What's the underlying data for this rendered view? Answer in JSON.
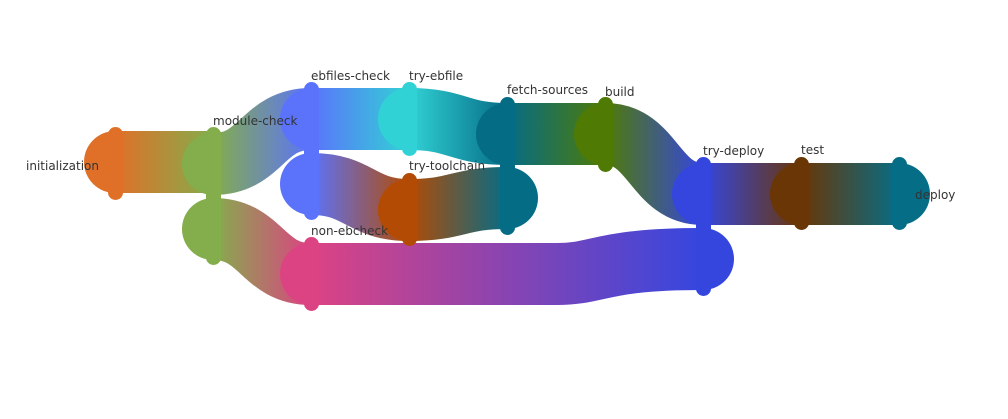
{
  "diagram": {
    "type": "flow-sankey",
    "nodes": [
      {
        "id": "initialization",
        "label": "initialization",
        "color": "#e07028"
      },
      {
        "id": "module-check",
        "label": "module-check",
        "color": "#84ad4c"
      },
      {
        "id": "ebfiles-check",
        "label": "ebfiles-check",
        "color": "#5b73fb"
      },
      {
        "id": "non-ebcheck",
        "label": "non-ebcheck",
        "color": "#dc4383"
      },
      {
        "id": "try-ebfile",
        "label": "try-ebfile",
        "color": "#31d2d5"
      },
      {
        "id": "try-toolchain",
        "label": "try-toolchain",
        "color": "#b34b05"
      },
      {
        "id": "fetch-sources",
        "label": "fetch-sources",
        "color": "#056c86"
      },
      {
        "id": "build",
        "label": "build",
        "color": "#4f7b05"
      },
      {
        "id": "try-deploy",
        "label": "try-deploy",
        "color": "#3546df"
      },
      {
        "id": "test",
        "label": "test",
        "color": "#6a3606"
      },
      {
        "id": "deploy",
        "label": "deploy",
        "color": "#066d86"
      }
    ],
    "edges": [
      {
        "from": "initialization",
        "to": "module-check"
      },
      {
        "from": "module-check",
        "to": "ebfiles-check"
      },
      {
        "from": "module-check",
        "to": "non-ebcheck"
      },
      {
        "from": "ebfiles-check",
        "to": "try-ebfile"
      },
      {
        "from": "ebfiles-check",
        "to": "try-toolchain"
      },
      {
        "from": "try-ebfile",
        "to": "fetch-sources"
      },
      {
        "from": "try-toolchain",
        "to": "fetch-sources"
      },
      {
        "from": "fetch-sources",
        "to": "build"
      },
      {
        "from": "non-ebcheck",
        "to": "try-deploy"
      },
      {
        "from": "build",
        "to": "try-deploy"
      },
      {
        "from": "try-deploy",
        "to": "test"
      },
      {
        "from": "test",
        "to": "deploy"
      }
    ]
  }
}
